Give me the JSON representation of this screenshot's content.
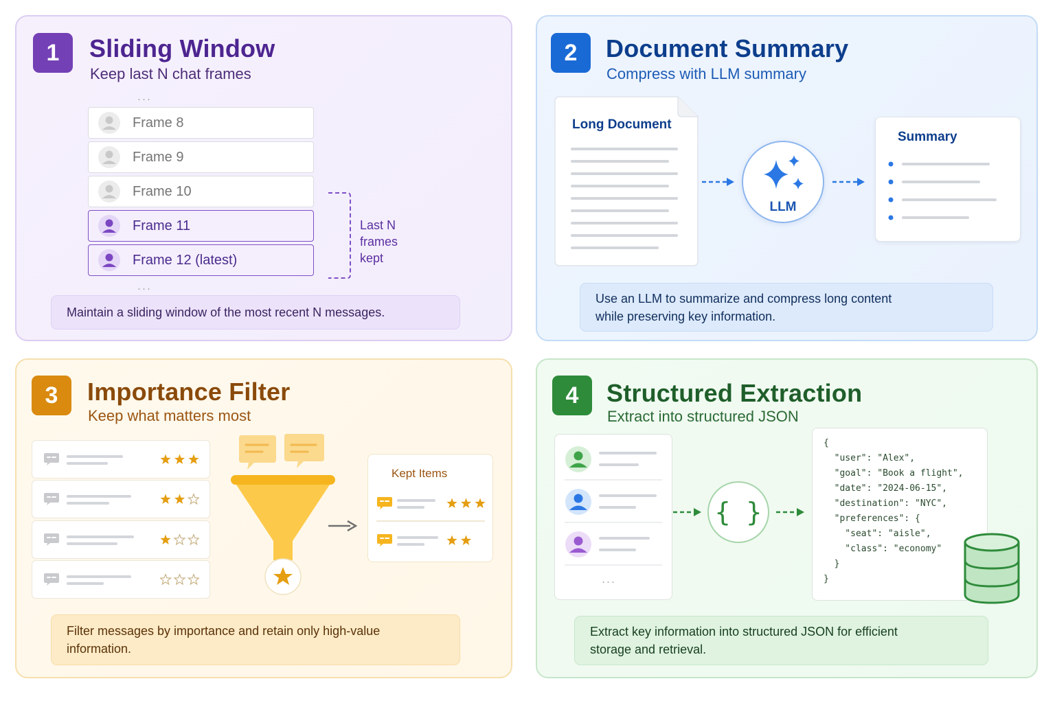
{
  "panels": {
    "sliding": {
      "number": "1",
      "title": "Sliding Window",
      "subtitle": "Keep last N chat frames",
      "frames": [
        "Frame 8",
        "Frame 9",
        "Frame 10",
        "Frame 11",
        "Frame 12 (latest)"
      ],
      "ellipsis_top": "...",
      "ellipsis_bottom": "...",
      "bracket_label_1": "Last N",
      "bracket_label_2": "frames",
      "bracket_label_3": "kept",
      "caption": "Maintain a sliding window of the most recent N messages.",
      "colors": {
        "accent": "#6b32a8",
        "title": "#4d2590"
      }
    },
    "summary": {
      "number": "2",
      "title": "Document Summary",
      "subtitle": "Compress with LLM summary",
      "doc_label": "Long Document",
      "llm_label": "LLM",
      "summary_label": "Summary",
      "caption_line1": "Use an LLM to summarize and compress long content",
      "caption_line2": "while preserving key information.",
      "colors": {
        "accent": "#1a6ad6",
        "title": "#0d3e8c"
      }
    },
    "importance": {
      "number": "3",
      "title": "Importance Filter",
      "subtitle": "Keep what matters most",
      "kept_label": "Kept Items",
      "message_ratings": [
        3,
        2,
        1,
        0
      ],
      "kept_ratings": [
        3,
        2
      ],
      "caption_line1": "Filter messages by importance and retain only high-value",
      "caption_line2": "information.",
      "colors": {
        "accent": "#d98a0f",
        "title": "#8a4a0a"
      }
    },
    "extraction": {
      "number": "4",
      "title": "Structured Extraction",
      "subtitle": "Extract into structured JSON",
      "brace": "{ }",
      "ellipsis": "...",
      "json_lines": [
        "{",
        "  \"user\": \"Alex\",",
        "  \"goal\": \"Book a flight\",",
        "  \"date\": \"2024-06-15\",",
        "  \"destination\": \"NYC\",",
        "  \"preferences\": {",
        "    \"seat\": \"aisle\",",
        "    \"class\": \"economy\"",
        "  }",
        "}"
      ],
      "caption_line1": "Extract key information into structured JSON for efficient",
      "caption_line2": "storage and retrieval.",
      "colors": {
        "accent": "#2e8b3a",
        "title": "#1f5e2a"
      }
    }
  }
}
